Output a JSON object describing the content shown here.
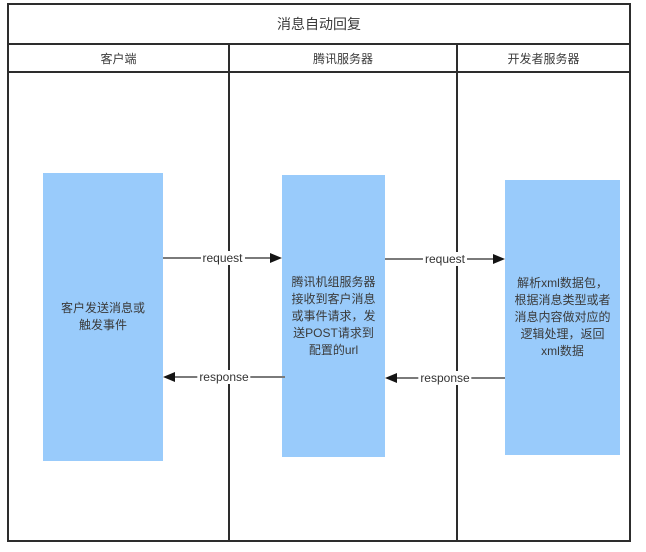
{
  "title": "消息自动回复",
  "lanes": [
    {
      "label": "客户端"
    },
    {
      "label": "腾讯服务器"
    },
    {
      "label": "开发者服务器"
    }
  ],
  "nodes": {
    "client": {
      "text": "客户发送消息或触发事件"
    },
    "tencent": {
      "text": "腾讯机组服务器接收到客户消息或事件请求，发送POST请求到配置的url"
    },
    "developer": {
      "text": "解析xml数据包，根据消息类型或者消息内容做对应的逻辑处理，返回xml数据"
    }
  },
  "arrows": {
    "request_client_to_tencent": {
      "label": "request",
      "direction": "right"
    },
    "request_tencent_to_developer": {
      "label": "request",
      "direction": "right"
    },
    "response_tencent_to_client": {
      "label": "response",
      "direction": "left"
    },
    "response_developer_to_tencent": {
      "label": "response",
      "direction": "left"
    }
  },
  "colors": {
    "node_fill": "#99cbfb",
    "frame_border": "#2d2d2d",
    "arrow_line": "#7a7a7a",
    "arrow_head": "#141414",
    "text": "#3a3a3a"
  }
}
